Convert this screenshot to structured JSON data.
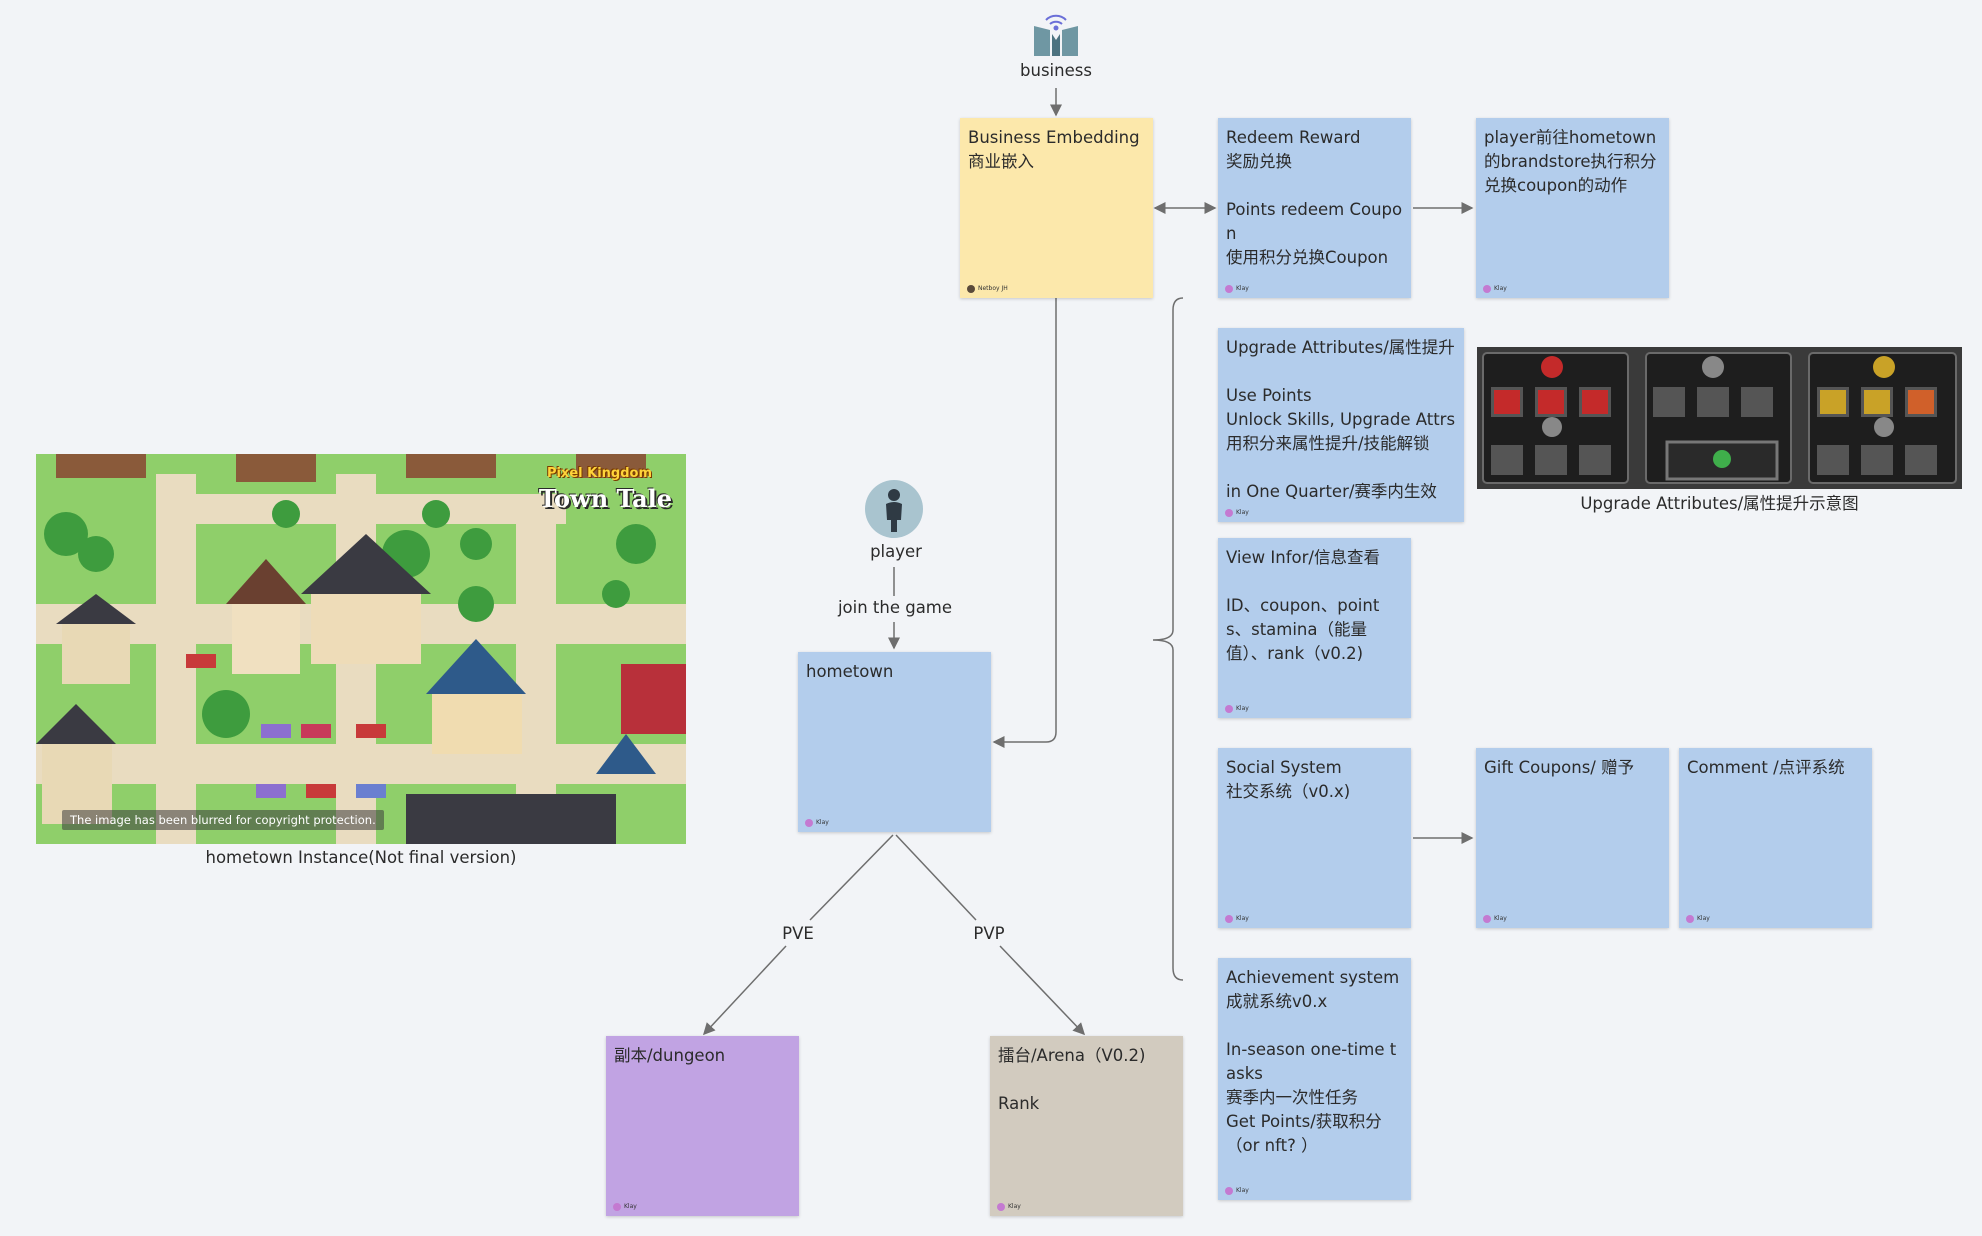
{
  "business_label": "business",
  "player_label": "player",
  "join_label": "join the game",
  "pve_label": "PVE",
  "pvp_label": "PVP",
  "map_caption": "hometown Instance(Not final version)",
  "map_title_small": "Pixel Kingdom",
  "map_title_big": "Town Tale",
  "map_blur_notice": "The image has been blurred for copyright protection.",
  "skills_caption": "Upgrade Attributes/属性提升示意图",
  "notes": {
    "business_embedding": {
      "text": "Business Embedding\n商业嵌入",
      "author": "Netboy JH"
    },
    "redeem_reward": {
      "text": "Redeem Reward\n奖励兑换\n\nPoints redeem Coupon\n使用积分兑换Coupon",
      "author": "Klay"
    },
    "player_store": {
      "text": "player前往hometown的brandstore执行积分兑换coupon的动作",
      "author": "Klay"
    },
    "upgrade_attrs": {
      "text": "Upgrade Attributes/属性提升\n\nUse Points\nUnlock Skills, Upgrade Attrs\n用积分来属性提升/技能解锁\n\nin One Quarter/赛季内生效",
      "author": "Klay"
    },
    "view_info": {
      "text": "View Infor/信息查看\n\nID、coupon、points、stamina（能量值）、rank（v0.2)",
      "author": "Klay"
    },
    "social_system": {
      "text": "Social System\n社交系统（v0.x)",
      "author": "Klay"
    },
    "gift_coupons": {
      "text": "Gift Coupons/ 赠予",
      "author": "Klay"
    },
    "comment": {
      "text": "Comment /点评系统",
      "author": "Klay"
    },
    "achievement": {
      "text": "Achievement system成就系统v0.x\n\nIn-season one-time tasks\n赛季内一次性任务\nGet Points/获取积分（or nft? ）",
      "author": "Klay"
    },
    "hometown": {
      "text": "hometown",
      "author": "Klay"
    },
    "dungeon": {
      "text": "副本/dungeon",
      "author": "Klay"
    },
    "arena": {
      "text": "擂台/Arena（V0.2)\n\nRank",
      "author": "Klay"
    }
  },
  "colors": {
    "blue_note": "#b3cdec",
    "yellow_note": "#fce8ab",
    "purple_note": "#c1a3e3",
    "tan_note": "#d2cbbf",
    "connector": "#6e6e6e"
  },
  "icons": {
    "business": "business-figure-icon",
    "player": "person-icon"
  }
}
